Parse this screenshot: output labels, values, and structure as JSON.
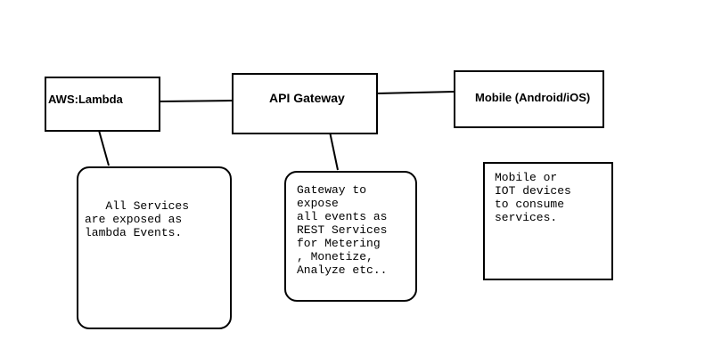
{
  "nodes": {
    "lambda": {
      "label": "AWS:Lambda"
    },
    "gateway": {
      "label": "API Gateway"
    },
    "mobile": {
      "label": "Mobile (Android/iOS)"
    }
  },
  "notes": {
    "lambda_note": "   All Services\nare exposed as\nlambda Events.",
    "gateway_note": "Gateway to\nexpose\nall events as\nREST Services\nfor Metering\n, Monetize,\nAnalyze etc..",
    "mobile_note": "Mobile or\nIOT devices\nto consume\nservices."
  },
  "colors": {
    "stroke": "#000000",
    "fill": "#ffffff"
  }
}
